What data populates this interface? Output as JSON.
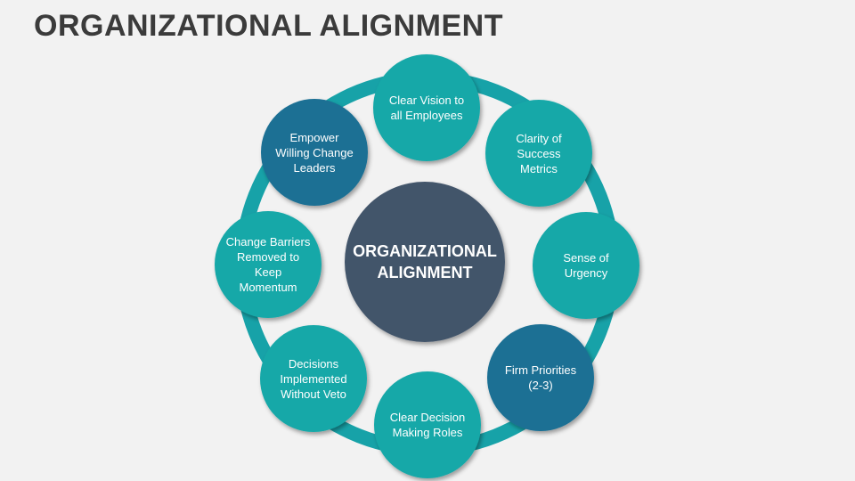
{
  "title": "ORGANIZATIONAL ALIGNMENT",
  "center": {
    "label": "ORGANIZATIONAL\nALIGNMENT"
  },
  "nodes": [
    {
      "label": "Clear Vision to\nall Employees",
      "style": "light"
    },
    {
      "label": "Clarity of\nSuccess\nMetrics",
      "style": "light"
    },
    {
      "label": "Sense of\nUrgency",
      "style": "light"
    },
    {
      "label": "Firm Priorities\n(2-3)",
      "style": "dark"
    },
    {
      "label": "Clear Decision\nMaking Roles",
      "style": "light"
    },
    {
      "label": "Decisions\nImplemented\nWithout Veto",
      "style": "light"
    },
    {
      "label": "Change Barriers\nRemoved to\nKeep\nMomentum",
      "style": "light"
    },
    {
      "label": "Empower\nWilling Change\nLeaders",
      "style": "dark"
    }
  ],
  "colors": {
    "background": "#f2f2f2",
    "title": "#3b3b3b",
    "ring": "#17a2a8",
    "light_node": "#16a8a8",
    "dark_node": "#1a6f94",
    "center": "#43546b",
    "text": "#ffffff"
  }
}
